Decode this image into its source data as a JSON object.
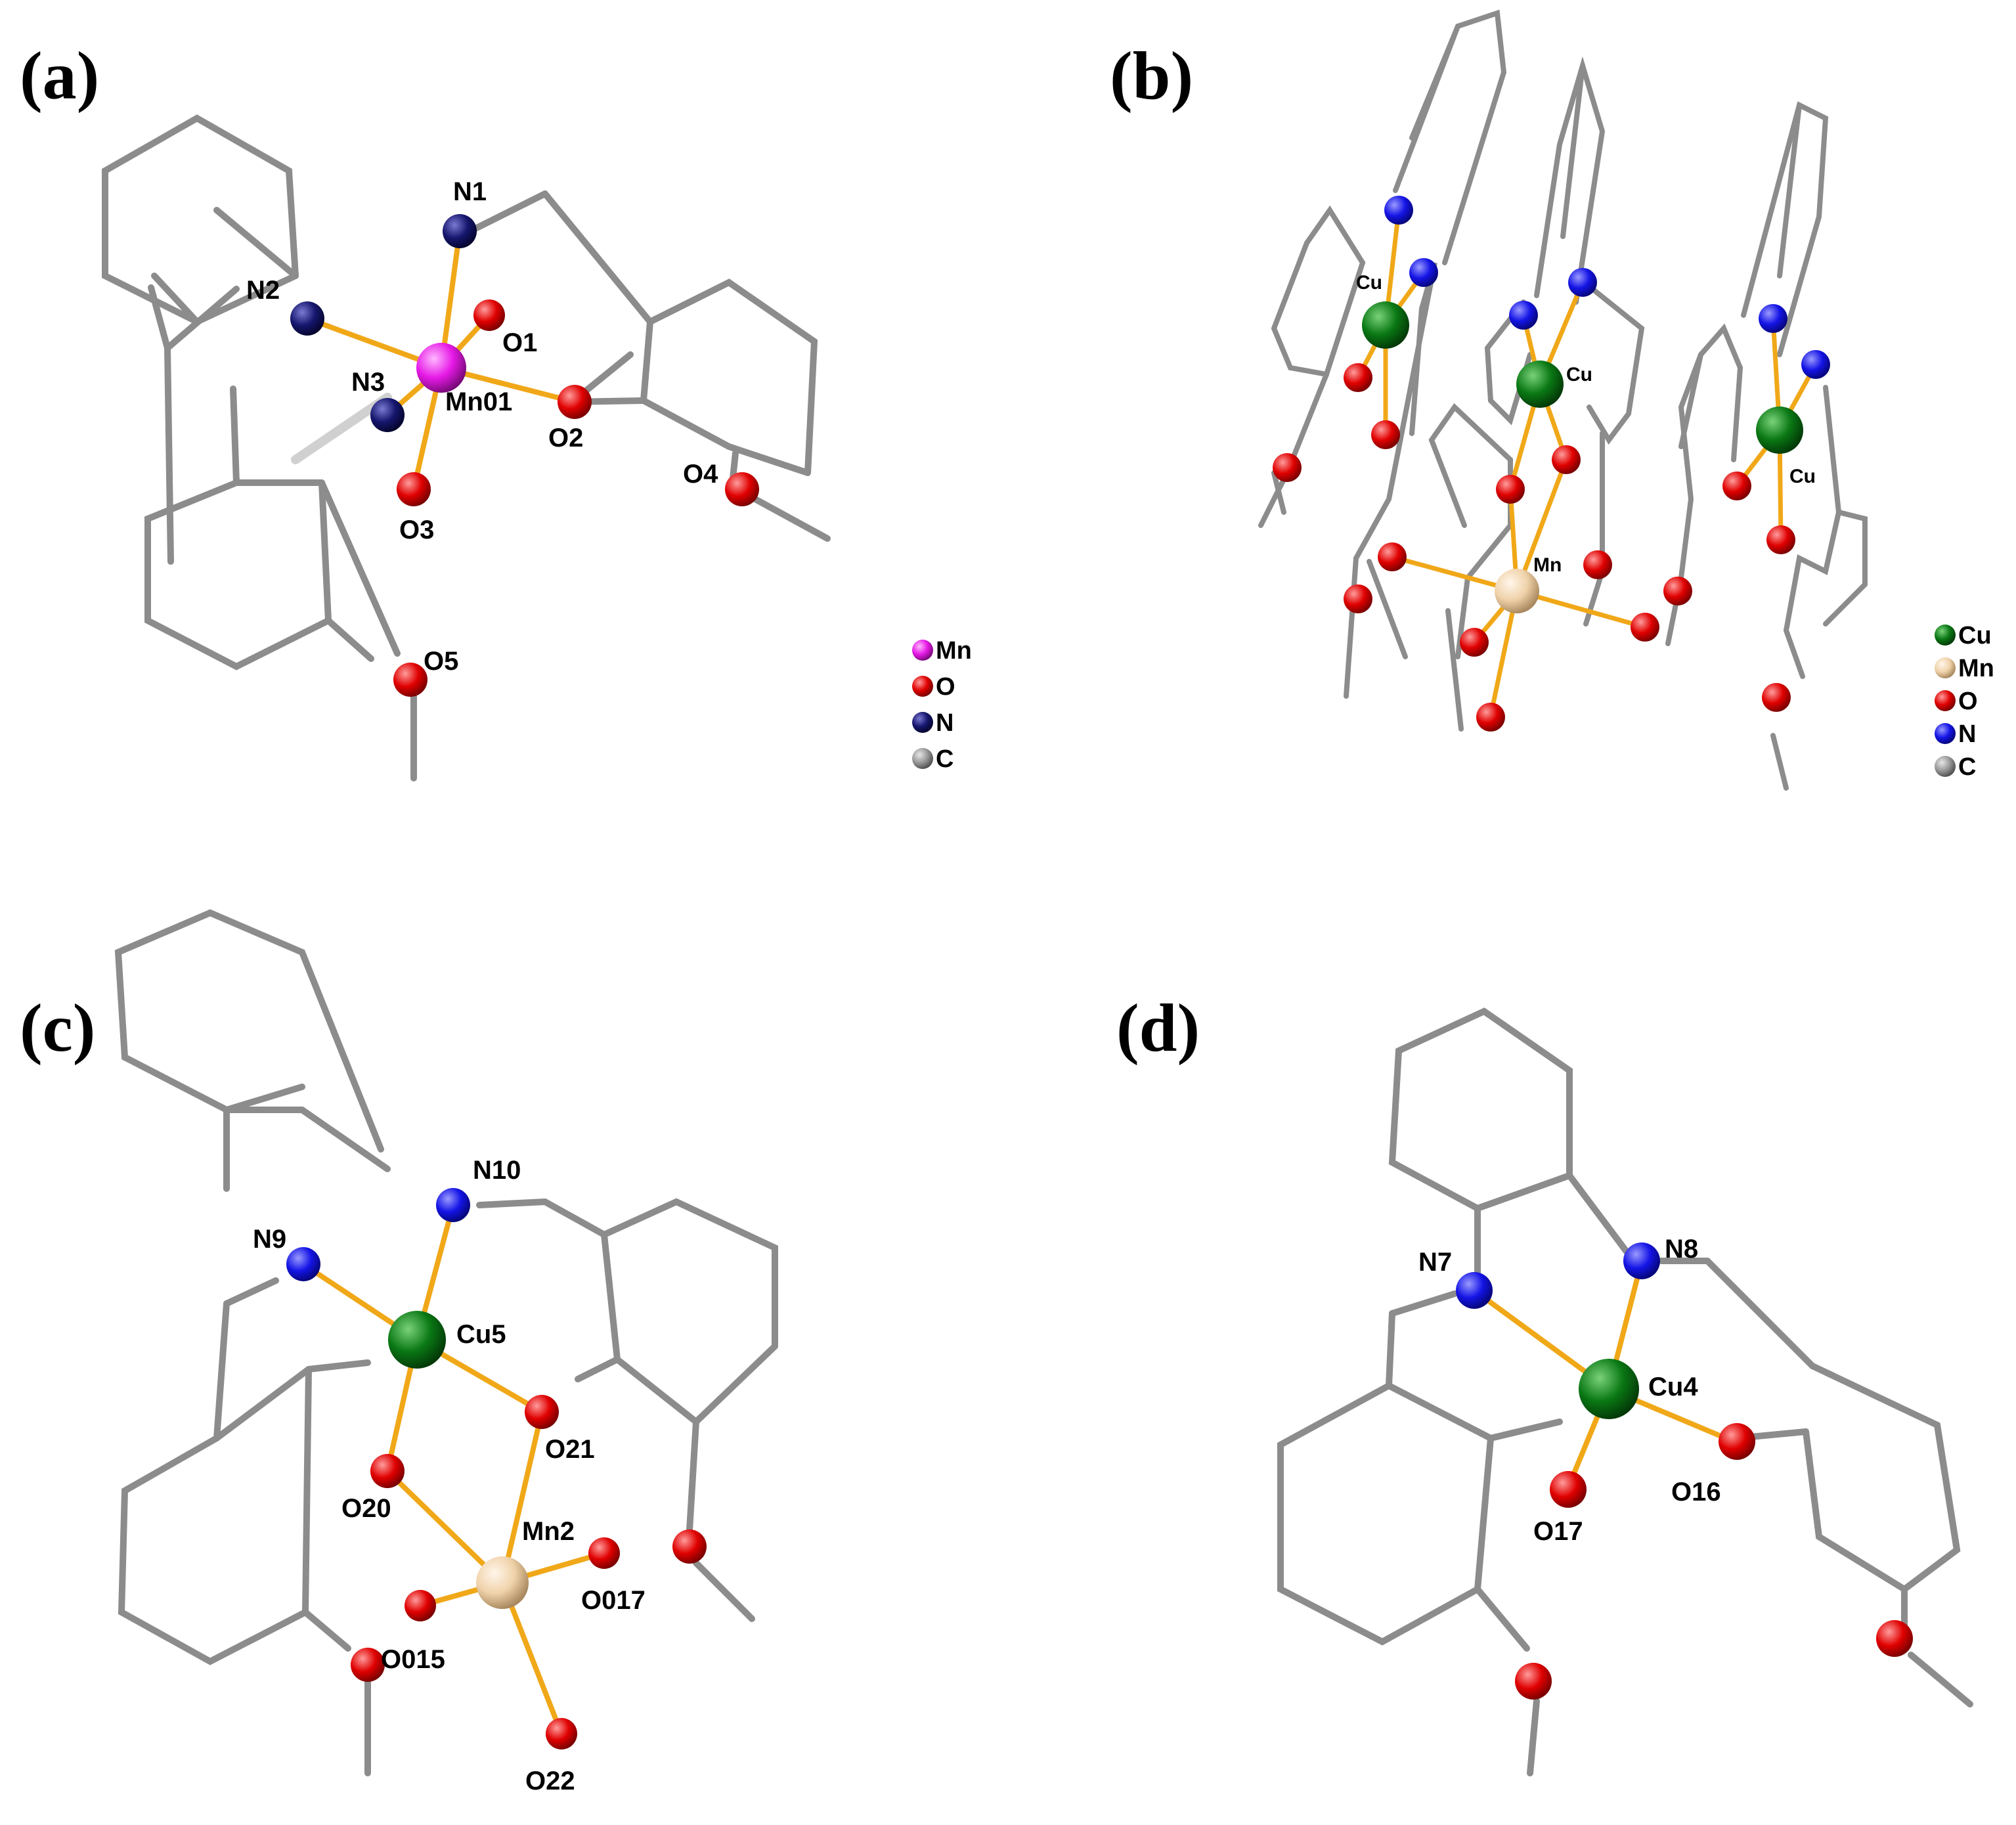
{
  "colors": {
    "carbon_bond": "#8c8c8c",
    "metal_bond": "#f0a818",
    "oxygen": "#e00000",
    "nitrogen_dark": "#14146e",
    "nitrogen": "#1414e6",
    "manganese_a": "#e619e6",
    "manganese": "#f0d2aa",
    "copper": "#0a7814",
    "carbon_atom": "#999999"
  },
  "panels": {
    "a": {
      "letter": "(a)",
      "labels": {
        "N1": "N1",
        "N2": "N2",
        "N3": "N3",
        "O1": "O1",
        "O2": "O2",
        "O3": "O3",
        "O4": "O4",
        "O5": "O5",
        "Mn01": "Mn01"
      },
      "legend": [
        "Mn",
        "O",
        "N",
        "C"
      ]
    },
    "b": {
      "letter": "(b)",
      "labels": {
        "cu1": "Cu",
        "cu2": "Cu",
        "cu3": "Cu",
        "mn": "Mn"
      },
      "legend": [
        "Cu",
        "Mn",
        "O",
        "N",
        "C"
      ]
    },
    "c": {
      "letter": "(c)",
      "labels": {
        "N9": "N9",
        "N10": "N10",
        "Cu5": "Cu5",
        "O20": "O20",
        "O21": "O21",
        "Mn2": "Mn2",
        "O017": "O017",
        "O015": "O015",
        "O22": "O22"
      }
    },
    "d": {
      "letter": "(d)",
      "labels": {
        "N7": "N7",
        "N8": "N8",
        "Cu4": "Cu4",
        "O16": "O16",
        "O17": "O17"
      }
    }
  }
}
